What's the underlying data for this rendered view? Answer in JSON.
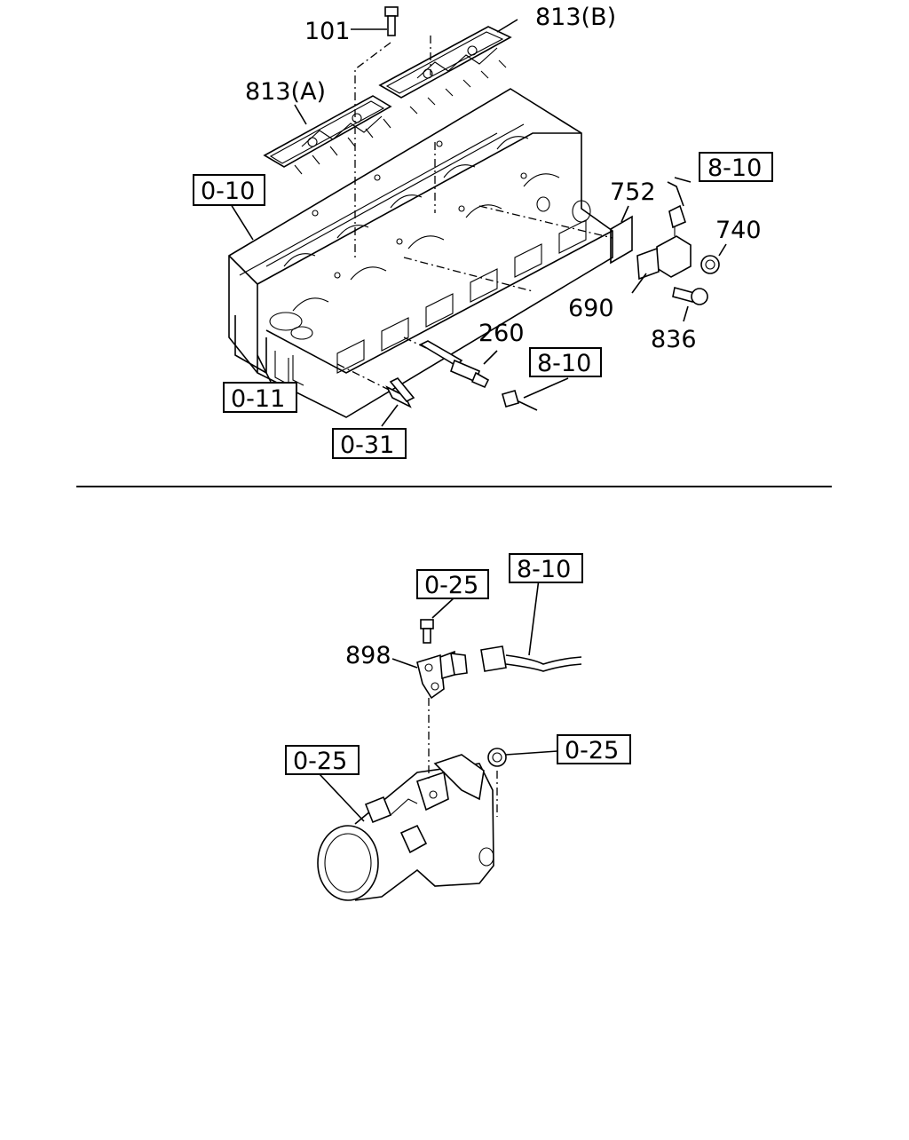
{
  "top_section": {
    "part_labels": {
      "bolt": "101",
      "gasket_b": "813(B)",
      "gasket_a": "813(A)",
      "gasket_752": "752",
      "nut": "740",
      "sensor": "690",
      "bolt_836": "836",
      "glow_plug": "260"
    },
    "ref_boxes": {
      "cylinder_head": "0-10",
      "harness_top": "8-10",
      "head_lower": "0-11",
      "harness_mid": "8-10",
      "fitting": "0-31"
    }
  },
  "bottom_section": {
    "part_labels": {
      "sensor_898": "898"
    },
    "ref_boxes": {
      "bolt_ref": "0-25",
      "harness": "8-10",
      "nut_ref": "0-25",
      "throttle_body": "0-25"
    }
  }
}
